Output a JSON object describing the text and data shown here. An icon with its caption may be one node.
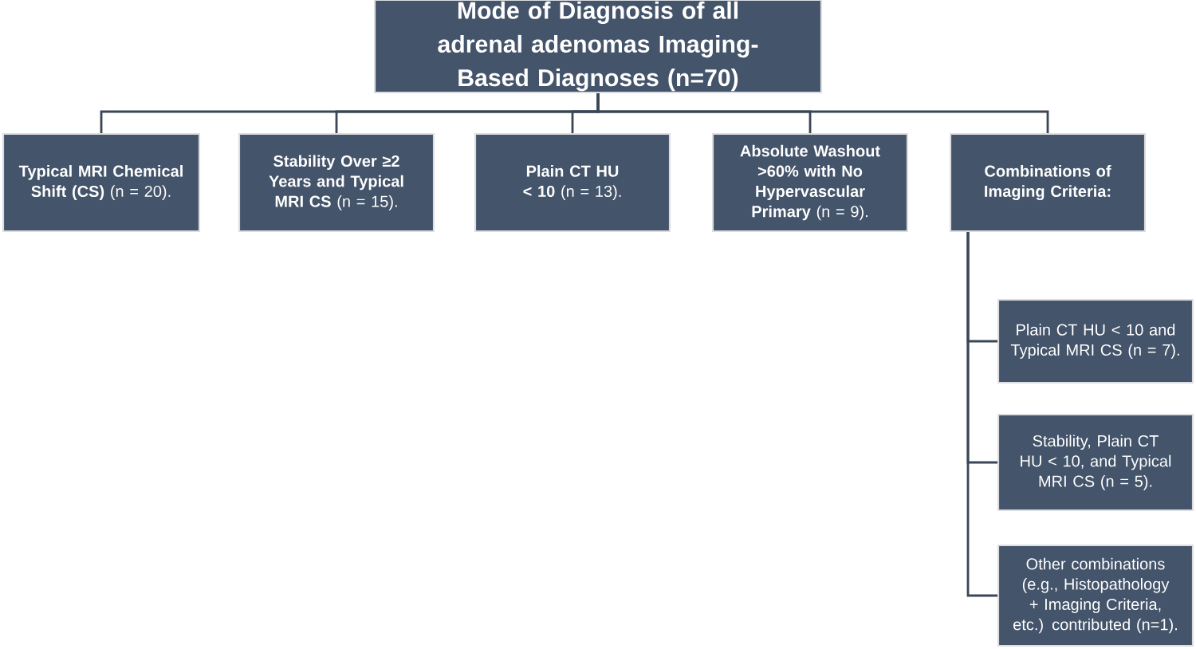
{
  "diagram": {
    "nodes": [
      {
        "text": [
          "Mode of Diagnosis of all adrenal adenomas Imaging-Based Diagnoses (n=70)"
        ]
      },
      {
        "text": [
          "**Typical MRI Chemical Shift (CS)** (n = 20)."
        ]
      },
      {
        "text": [
          "**Stability Over ≥2 Years and Typical MRI CS** (n = 15)."
        ]
      },
      {
        "text": [
          "**Plain CT HU < 10** (n = 13)."
        ]
      },
      {
        "text": [
          "**Absolute Washout >60% with No Hypervascular Primary** (n = 9)."
        ]
      },
      {
        "text": [
          "Combinations of Imaging Criteria:"
        ]
      },
      {
        "text": [
          "Plain CT HU < 10 and Typical MRI CS (n = 7)."
        ]
      },
      {
        "text": [
          "Stability, Plain CT HU < 10, and Typical MRI CS (n = 5)."
        ]
      },
      {
        "text": [
          "Other combinations (e.g., Histopathology + Imaging Criteria, etc.) contributed (n=1)."
        ]
      }
    ],
    "edges": [
      {
        "from": 0,
        "to": 1,
        "arrow": "none"
      },
      {
        "from": 0,
        "to": 2,
        "arrow": "none"
      },
      {
        "from": 0,
        "to": 3,
        "arrow": "none"
      },
      {
        "from": 0,
        "to": 4,
        "arrow": "none"
      },
      {
        "from": 0,
        "to": 5,
        "arrow": "none"
      },
      {
        "from": 5,
        "to": 6,
        "arrow": "none"
      },
      {
        "from": 5,
        "to": 7,
        "arrow": "none"
      },
      {
        "from": 5,
        "to": 8,
        "arrow": "none"
      }
    ]
  }
}
